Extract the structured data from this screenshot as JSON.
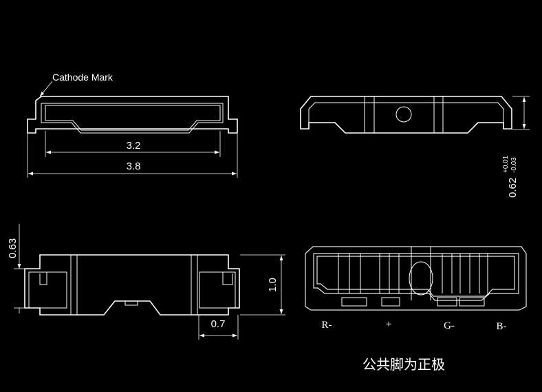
{
  "top_view": {
    "cathode_mark_label": "Cathode Mark",
    "inner_width": "3.2",
    "outer_width": "3.8"
  },
  "side_view": {
    "height_base": "0.62",
    "tol_plus": "+0.01",
    "tol_minus": "-0.03"
  },
  "front_view": {
    "height": "0.63",
    "depth": "1.0",
    "pad_width": "0.7"
  },
  "pin_view": {
    "pins": [
      "R-",
      "+",
      "G-",
      "B-"
    ],
    "caption": "公共脚为正极"
  }
}
